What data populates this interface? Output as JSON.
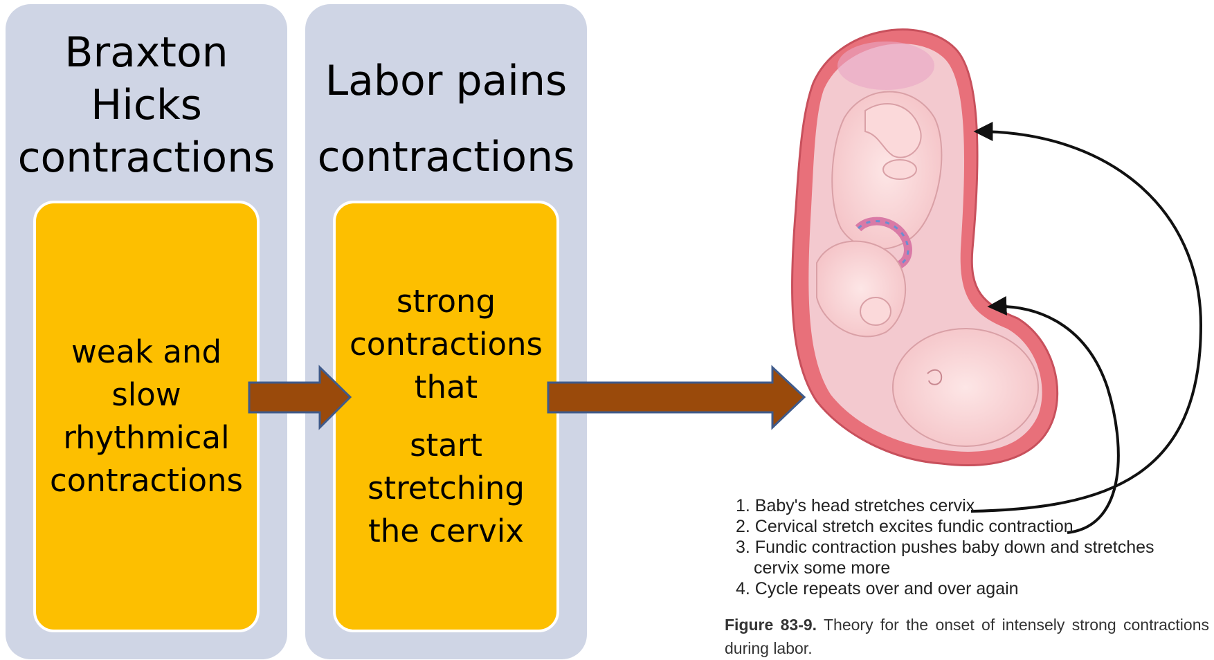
{
  "stages": [
    {
      "title": [
        "Braxton",
        "Hicks",
        "contractions"
      ],
      "description": [
        "weak and",
        "slow",
        "rhythmical",
        "contractions"
      ]
    },
    {
      "title": [
        "Labor pains",
        "contractions"
      ],
      "description": [
        "strong",
        "contractions",
        "that",
        "start",
        "stretching",
        "the cervix"
      ]
    }
  ],
  "figure": {
    "steps": [
      "1. Baby's head stretches cervix",
      "2. Cervical stretch excites fundic contraction",
      "3. Fundic contraction pushes baby down and stretches",
      "cervix some more",
      "4. Cycle repeats over and over again"
    ],
    "caption_number": "Figure 83-9.",
    "caption_text": "Theory for the onset of intensely strong contractions during labor."
  },
  "colors": {
    "panel": "#cfd5e5",
    "box": "#fdbf00",
    "arrow": "#9a4a0b",
    "arrow_outline": "#3f5a8a"
  }
}
